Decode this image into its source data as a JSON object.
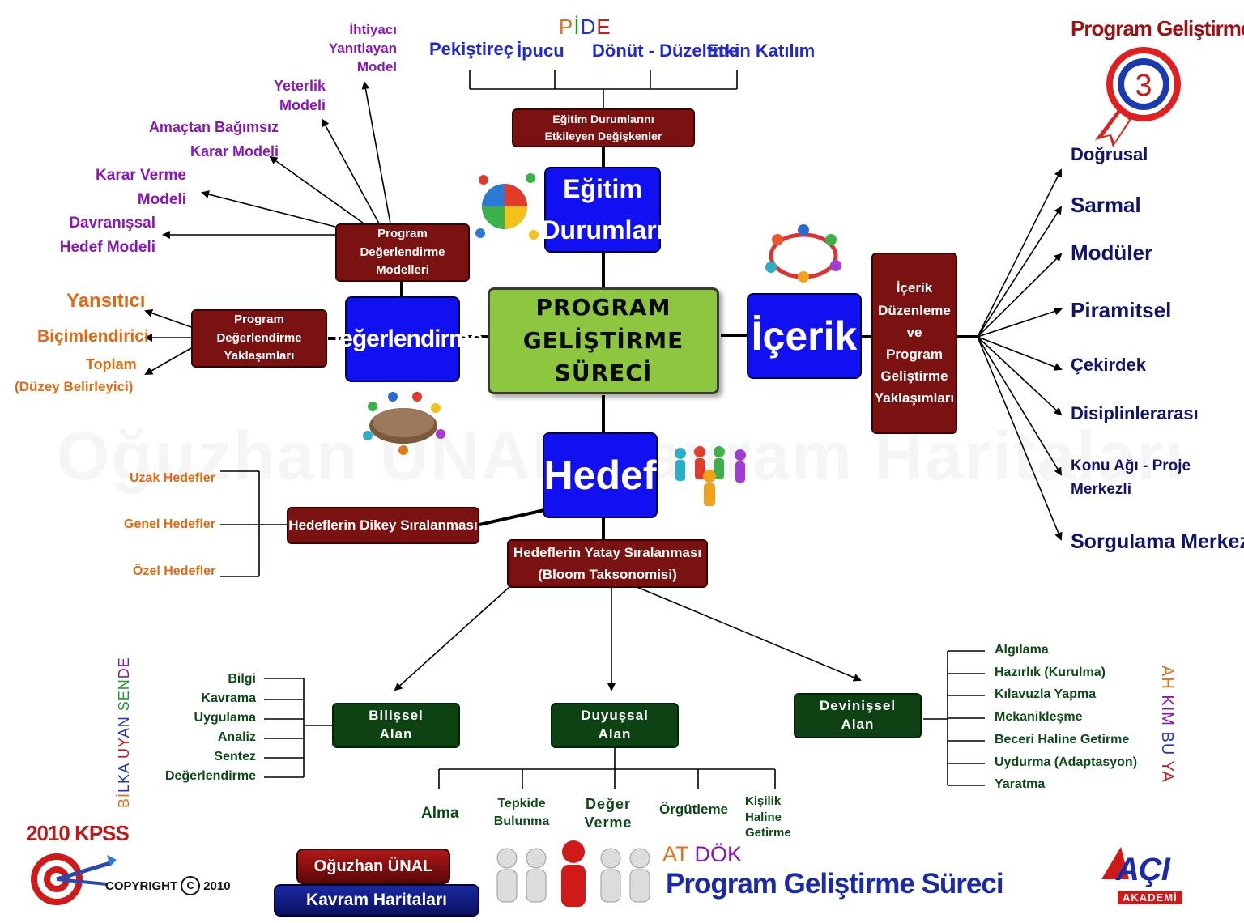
{
  "center": {
    "lines": [
      "PROGRAM",
      "GELİŞTİRME",
      "SÜRECİ"
    ]
  },
  "main_nodes": {
    "egitim": [
      "Eğitim",
      "Durumları"
    ],
    "icerik": "İçerik",
    "degerlendirme": "Değerlendirme",
    "hedef": "Hedef"
  },
  "egitim_variables": {
    "box": [
      "Eğitim Durumlarını",
      "Etkileyen Değişkenler"
    ],
    "items": [
      "Pekiştireç",
      "İpucu",
      "Dönüt - Düzeltme",
      "Etkin Katılım"
    ],
    "pide": [
      "P",
      "İ",
      "D",
      "E"
    ]
  },
  "icerik_approaches": {
    "box": [
      "İçerik",
      "Düzenleme",
      "ve",
      "Program",
      "Geliştirme",
      "Yaklaşımları"
    ],
    "items": [
      "Doğrusal",
      "Sarmal",
      "Modüler",
      "Piramitsel",
      "Çekirdek",
      "Disiplinlerarası",
      "Konu Ağı - Proje Merkezli",
      "Sorgulama Merkezli"
    ]
  },
  "eval_models": {
    "box": [
      "Program",
      "Değerlendirme",
      "Modelleri"
    ],
    "items": [
      "İhtiyacı Yanıtlayan Model",
      "Yeterlik Modeli",
      "Amaçtan Bağımsız Karar Modeli",
      "Karar Verme Modeli",
      "Davranışsal Hedef Modeli"
    ]
  },
  "eval_approaches": {
    "box": [
      "Program",
      "Değerlendirme",
      "Yaklaşımları"
    ],
    "items": [
      "Yansıtıcı",
      "Biçimlendirici",
      "Toplam",
      "(Düzey Belirleyici)"
    ]
  },
  "vertical": {
    "box": "Hedeflerin Dikey Sıralanması",
    "items": [
      "Uzak Hedefler",
      "Genel Hedefler",
      "Özel Hedefler"
    ]
  },
  "horizontal": {
    "box": [
      "Hedeflerin Yatay Sıralanması",
      "(Bloom Taksonomisi)"
    ]
  },
  "domains": {
    "bilissel": {
      "label": [
        "Bilişsel",
        "Alan"
      ],
      "items": [
        "Bilgi",
        "Kavrama",
        "Uygulama",
        "Analiz",
        "Sentez",
        "Değerlendirme"
      ],
      "mnemonic": [
        "Bİ",
        "LKA",
        " UY",
        "AN",
        " SEN",
        "DE"
      ]
    },
    "duyussal": {
      "label": [
        "Duyuşsal",
        "Alan"
      ],
      "items": [
        "Alma",
        "Tepkide Bulunma",
        "Değer Verme",
        "Örgütleme",
        "Kişilik Haline Getirme"
      ],
      "mnemonic": [
        "AT",
        " DÖK"
      ]
    },
    "devinissel": {
      "label": [
        "Devinişsel",
        "Alan"
      ],
      "items": [
        "Algılama",
        "Hazırlık (Kurulma)",
        "Kılavuzla Yapma",
        "Mekanikleşme",
        "Beceri Haline Getirme",
        "Uydurma (Adaptasyon)",
        "Yaratma"
      ],
      "mnemonic": [
        "AH",
        " KIM",
        " BU",
        " YA"
      ]
    }
  },
  "branding": {
    "title_top": "Program Geliştirme",
    "badge_number": "3",
    "kpss": "2010 KPSS",
    "copyright": "COPYRIGHT",
    "copyright_symbol": "C",
    "copyright_year": "2010",
    "author": "Oğuzhan ÜNAL",
    "series": "Kavram Haritaları",
    "footer_title": "Program Geliştirme Süreci",
    "logo_main": "AÇI",
    "logo_sub": "AKADEMİ",
    "watermark": "Oğuzhan ÜNAL Kavram Haritaları"
  },
  "colors": {
    "blue_node": "#1010f0",
    "dark_red": "#7a1212",
    "dark_green": "#0d4313",
    "center_green": "#8dc63f",
    "purple": "#8a17b5",
    "orange": "#e06a12",
    "navy": "#10146a"
  }
}
